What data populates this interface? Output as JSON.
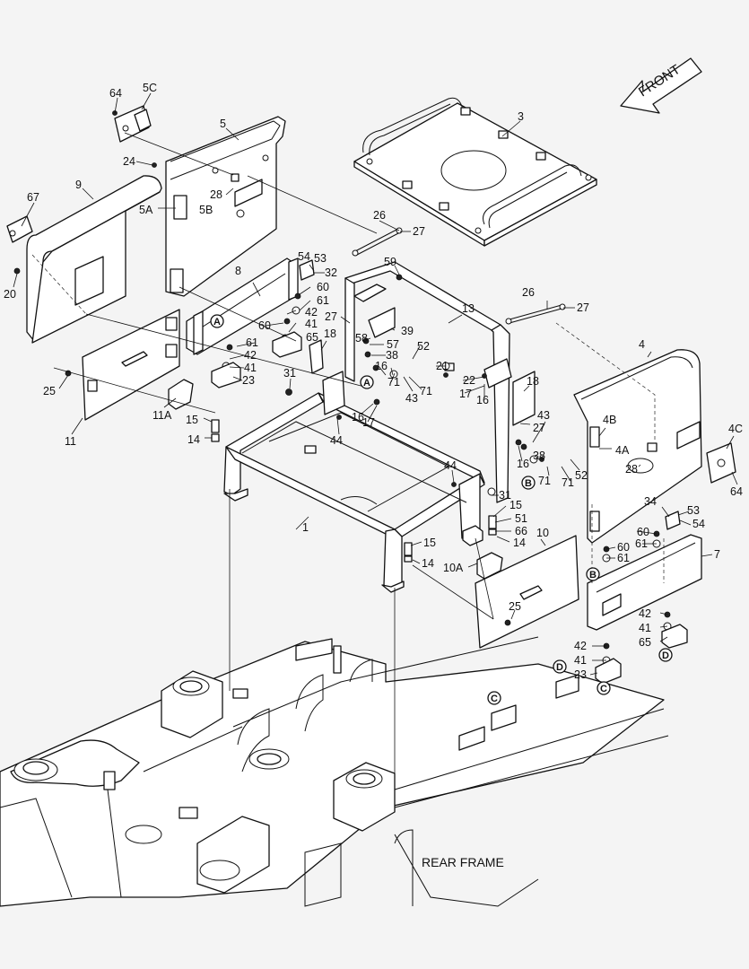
{
  "front_arrow": {
    "label": "FRONT"
  },
  "frame_label": "REAR FRAME",
  "callouts": [
    {
      "id": "c64a",
      "text": "64"
    },
    {
      "id": "c5C",
      "text": "5C"
    },
    {
      "id": "c5",
      "text": "5"
    },
    {
      "id": "c3",
      "text": "3"
    },
    {
      "id": "c24",
      "text": "24"
    },
    {
      "id": "c9",
      "text": "9"
    },
    {
      "id": "c67",
      "text": "67"
    },
    {
      "id": "c28a",
      "text": "28"
    },
    {
      "id": "c5A",
      "text": "5A"
    },
    {
      "id": "c5B",
      "text": "5B"
    },
    {
      "id": "c26a",
      "text": "26"
    },
    {
      "id": "c27a",
      "text": "27"
    },
    {
      "id": "c54a",
      "text": "54"
    },
    {
      "id": "c53a",
      "text": "53"
    },
    {
      "id": "c32",
      "text": "32"
    },
    {
      "id": "c59",
      "text": "59"
    },
    {
      "id": "c20",
      "text": "20"
    },
    {
      "id": "c8",
      "text": "8"
    },
    {
      "id": "c60a",
      "text": "60"
    },
    {
      "id": "c61a",
      "text": "61"
    },
    {
      "id": "c42a",
      "text": "42"
    },
    {
      "id": "c41a",
      "text": "41"
    },
    {
      "id": "c65a",
      "text": "65"
    },
    {
      "id": "c27b",
      "text": "27"
    },
    {
      "id": "c39",
      "text": "39"
    },
    {
      "id": "c13",
      "text": "13"
    },
    {
      "id": "c26b",
      "text": "26"
    },
    {
      "id": "c27c",
      "text": "27"
    },
    {
      "id": "c60b",
      "text": "60"
    },
    {
      "id": "c61b",
      "text": "61"
    },
    {
      "id": "c42b",
      "text": "42"
    },
    {
      "id": "c41b",
      "text": "41"
    },
    {
      "id": "c23a",
      "text": "23"
    },
    {
      "id": "c18a",
      "text": "18"
    },
    {
      "id": "c58",
      "text": "58"
    },
    {
      "id": "c57",
      "text": "57"
    },
    {
      "id": "c38a",
      "text": "38"
    },
    {
      "id": "c52a",
      "text": "52"
    },
    {
      "id": "c16a",
      "text": "16"
    },
    {
      "id": "c71a",
      "text": "71"
    },
    {
      "id": "c43a",
      "text": "43"
    },
    {
      "id": "c71b",
      "text": "71"
    },
    {
      "id": "c21",
      "text": "21"
    },
    {
      "id": "c22",
      "text": "22"
    },
    {
      "id": "c17a",
      "text": "17"
    },
    {
      "id": "c16b",
      "text": "16"
    },
    {
      "id": "c4",
      "text": "4"
    },
    {
      "id": "c25a",
      "text": "25"
    },
    {
      "id": "c31a",
      "text": "31"
    },
    {
      "id": "c11A",
      "text": "11A"
    },
    {
      "id": "c16c",
      "text": "16"
    },
    {
      "id": "c17b",
      "text": "17"
    },
    {
      "id": "c44a",
      "text": "44"
    },
    {
      "id": "c18b",
      "text": "18"
    },
    {
      "id": "c27d",
      "text": "27"
    },
    {
      "id": "c4B",
      "text": "4B"
    },
    {
      "id": "c4A",
      "text": "4A"
    },
    {
      "id": "c4C",
      "text": "4C"
    },
    {
      "id": "c15a",
      "text": "15"
    },
    {
      "id": "c14a",
      "text": "14"
    },
    {
      "id": "c11",
      "text": "11"
    },
    {
      "id": "c43b",
      "text": "43"
    },
    {
      "id": "c16d",
      "text": "16"
    },
    {
      "id": "c38b",
      "text": "38"
    },
    {
      "id": "c71c",
      "text": "71"
    },
    {
      "id": "c52b",
      "text": "52"
    },
    {
      "id": "c71d",
      "text": "71"
    },
    {
      "id": "c28b",
      "text": "28"
    },
    {
      "id": "c64b",
      "text": "64"
    },
    {
      "id": "c44b",
      "text": "44"
    },
    {
      "id": "c31b",
      "text": "31"
    },
    {
      "id": "c15b",
      "text": "15"
    },
    {
      "id": "c51",
      "text": "51"
    },
    {
      "id": "c66",
      "text": "66"
    },
    {
      "id": "c14b",
      "text": "14"
    },
    {
      "id": "c1",
      "text": "1"
    },
    {
      "id": "c10",
      "text": "10"
    },
    {
      "id": "c34",
      "text": "34"
    },
    {
      "id": "c53b",
      "text": "53"
    },
    {
      "id": "c54b",
      "text": "54"
    },
    {
      "id": "c60c",
      "text": "60"
    },
    {
      "id": "c61c",
      "text": "61"
    },
    {
      "id": "c7",
      "text": "7"
    },
    {
      "id": "c60d",
      "text": "60"
    },
    {
      "id": "c61d",
      "text": "61"
    },
    {
      "id": "c15c",
      "text": "15"
    },
    {
      "id": "c14c",
      "text": "14"
    },
    {
      "id": "c10A",
      "text": "10A"
    },
    {
      "id": "c25b",
      "text": "25"
    },
    {
      "id": "c42c",
      "text": "42"
    },
    {
      "id": "c41c",
      "text": "41"
    },
    {
      "id": "c65b",
      "text": "65"
    },
    {
      "id": "c42d",
      "text": "42"
    },
    {
      "id": "c41d",
      "text": "41"
    },
    {
      "id": "c23b",
      "text": "23"
    }
  ],
  "ref_markers": [
    {
      "id": "mA1",
      "text": "A"
    },
    {
      "id": "mA2",
      "text": "A"
    },
    {
      "id": "mB1",
      "text": "B"
    },
    {
      "id": "mB2",
      "text": "B"
    },
    {
      "id": "mC1",
      "text": "C"
    },
    {
      "id": "mC2",
      "text": "C"
    },
    {
      "id": "mD1",
      "text": "D"
    },
    {
      "id": "mD2",
      "text": "D"
    }
  ]
}
